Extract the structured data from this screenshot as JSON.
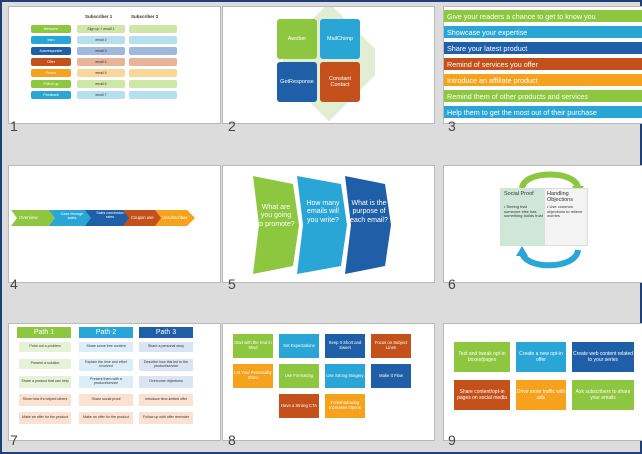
{
  "slides": [
    {
      "number": "1"
    },
    {
      "number": "2"
    },
    {
      "number": "3"
    },
    {
      "number": "4"
    },
    {
      "number": "5"
    },
    {
      "number": "6"
    },
    {
      "number": "7"
    },
    {
      "number": "8"
    },
    {
      "number": "9"
    }
  ],
  "s1": {
    "col1": "Subscriber 1",
    "col2": "Subscriber 2",
    "row_labels": [
      "Welcome",
      "Intro",
      "Autoresponder",
      "Offer",
      "Promo",
      "Follow up",
      "Feedback"
    ],
    "cell_text": [
      "Sign up + email 1",
      "email 2",
      "email 3",
      "email 4",
      "email 5",
      "email 6",
      "email 7"
    ]
  },
  "s2": {
    "aweber": "Aweber",
    "mailchimp": "MailChimp",
    "getresponse": "GetResponse",
    "constant_contact": "Constant Contact"
  },
  "s3": {
    "items": [
      "Give your readers a chance to get to know you",
      "Showcase your expertise",
      "Share your latest product",
      "Remind of services you offer",
      "Introduce an affiliate product",
      "Remind them of other products and services",
      "Help them to get the most out of their purchase"
    ]
  },
  "s4": {
    "steps": [
      "Overview",
      "Case through sales",
      "Sales conversion rates",
      "Coupon use",
      "Unsubscribes"
    ]
  },
  "s5": {
    "q1": "What are you going to promote?",
    "q2": "How many emails will you write?",
    "q3": "What is the purpose of each email?"
  },
  "s6": {
    "left_title": "Social Proof",
    "left_body": "• Seeing that someone else has something builds trust",
    "right_title": "Handling Objections",
    "right_body": "• Use common objections to relieve worries"
  },
  "s7": {
    "headers": [
      "Path 1",
      "Path 2",
      "Path 3"
    ],
    "col1": [
      "Point out a problem",
      "Present a solution",
      "Share a product that can help",
      "Show how it's helped others",
      "Make an offer for the product"
    ],
    "col2": [
      "Share some free content",
      "Explain the time and effort involved",
      "Present them with a product/service",
      "Share social proof",
      "Make an offer for the product"
    ],
    "col3": [
      "Share a personal story",
      "Describe how this led to the product/service",
      "Overcome objections",
      "Introduce time-limited offer",
      "Follow up with offer reminder"
    ]
  },
  "s8": {
    "tiles": [
      "Start with the End in Mind",
      "Set Expectations",
      "Keep It Short and Sweet",
      "Focus on Subject Lines",
      "Let Your Personality Show",
      "Use Formatting",
      "Use Strong Imagery",
      "Make It Flow",
      "Have a Strong CTA",
      "Foreshadowing Increases Opens"
    ]
  },
  "s9": {
    "tiles": [
      "Test and tweak opt-in boxes/pages",
      "Create a new opt-in offer",
      "Create web content related to your series",
      "Share content/opt-in pages on social media",
      "Drive more traffic with ads",
      "Ask subscribers to share your emails"
    ]
  },
  "colors": {
    "green": "#8dc63f",
    "blue": "#2aa6d6",
    "darkblue": "#1f5fa8",
    "orange": "#f6a21c",
    "rust": "#c4511b",
    "lightgreen": "#cfe7a6"
  }
}
